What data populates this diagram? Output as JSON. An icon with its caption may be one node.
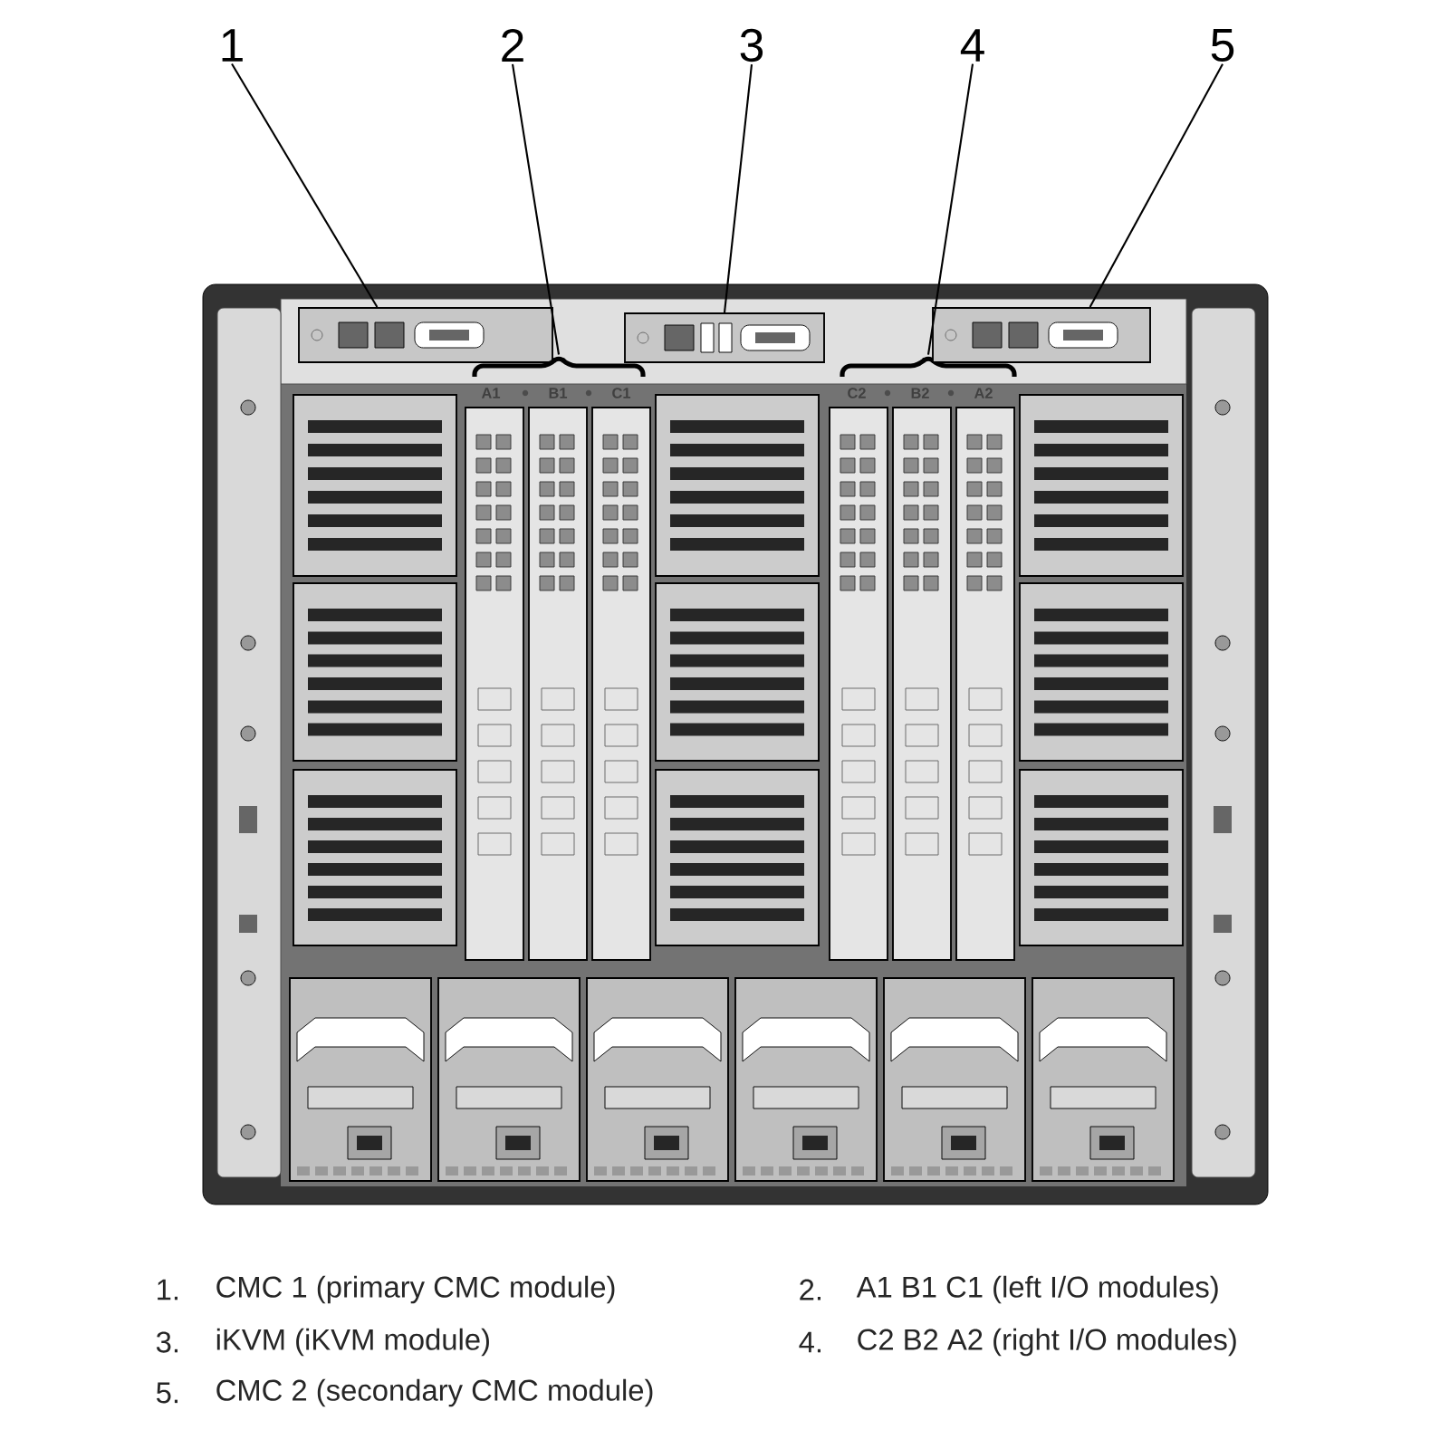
{
  "diagram": {
    "nodes": [
      {
        "text": [
          "1"
        ]
      },
      {
        "text": [
          "2"
        ]
      },
      {
        "text": [
          "3"
        ]
      },
      {
        "text": [
          "4"
        ]
      },
      {
        "text": [
          "5"
        ]
      },
      {
        "text": [],
        "shape": "box"
      },
      {
        "text": [],
        "shape": "bracket"
      },
      {
        "text": [],
        "shape": "box"
      },
      {
        "text": [],
        "shape": "bracket"
      },
      {
        "text": [],
        "shape": "box"
      }
    ],
    "edges": [
      {
        "from": 0,
        "to": 5,
        "arrow": "none"
      },
      {
        "from": 1,
        "to": 6,
        "arrow": "none"
      },
      {
        "from": 2,
        "to": 7,
        "arrow": "none"
      },
      {
        "from": 3,
        "to": 8,
        "arrow": "none"
      },
      {
        "from": 4,
        "to": 9,
        "arrow": "none"
      }
    ],
    "labels": [
      "A1",
      "B1",
      "C1",
      "C2",
      "B2",
      "A2",
      "1.",
      "CMC 1 (primary CMC module)",
      "2.",
      "A1 B1 C1 (left I/O modules)",
      "3.",
      "iKVM (iKVM module)",
      "4.",
      "C2 B2 A2 (right I/O modules)",
      "5.",
      "CMC 2 (secondary CMC module)"
    ]
  }
}
